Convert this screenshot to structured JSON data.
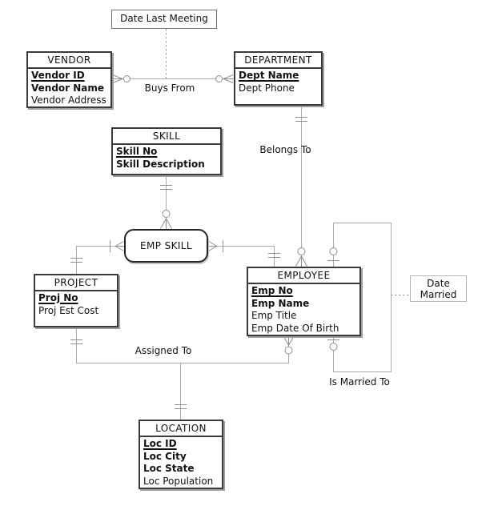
{
  "entities": {
    "vendor": {
      "title": "VENDOR",
      "attributes": [
        "Vendor ID",
        "Vendor Name",
        "Vendor Address"
      ]
    },
    "department": {
      "title": "DEPARTMENT",
      "attributes": [
        "Dept Name",
        "Dept Phone"
      ]
    },
    "skill": {
      "title": "SKILL",
      "attributes": [
        "Skill No",
        "Skill Description"
      ]
    },
    "project": {
      "title": "PROJECT",
      "attributes": [
        "Proj No",
        "Proj Est Cost"
      ]
    },
    "employee": {
      "title": "EMPLOYEE",
      "attributes": [
        "Emp No",
        "Emp Name",
        "Emp Title",
        "Emp Date Of Birth"
      ]
    },
    "location": {
      "title": "LOCATION",
      "attributes": [
        "Loc ID",
        "Loc City",
        "Loc State",
        "Loc Population"
      ]
    },
    "emp_skill": {
      "title": "EMP SKILL"
    }
  },
  "relationships": {
    "buys_from": "Buys From",
    "belongs_to": "Belongs To",
    "assigned_to": "Assigned To",
    "is_married_to": "Is Married To"
  },
  "annotations": {
    "date_last_meeting": "Date Last Meeting",
    "date_married": "Date Married"
  },
  "colors": {
    "entity_border": "#3a3a3a",
    "connector_line": "#a9a9a9",
    "notation": "#8f8f8f",
    "annotation_border_dark": "#6f6f6f",
    "annotation_border_light": "#b5b5b5",
    "shadow": "#9e9e9e",
    "text": "#111111",
    "background": "#ffffff"
  }
}
